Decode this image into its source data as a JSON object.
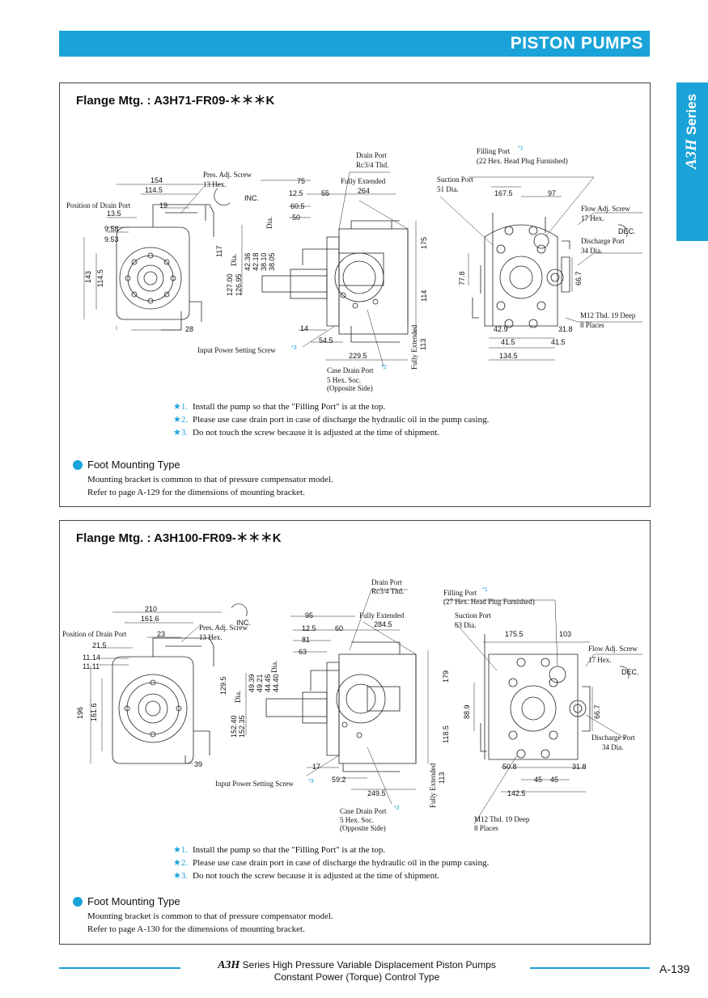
{
  "header": {
    "title": "PISTON PUMPS"
  },
  "sidetab": {
    "logo": "A3H",
    "label": "Series"
  },
  "sections": [
    {
      "title": "Flange Mtg. : A3H71-FR09-＊＊＊K",
      "labels": {
        "pos_drain": "Position of Drain Port",
        "pres_adj": "Pres. Adj. Screw",
        "hex13": "13 Hex.",
        "inc": "INC.",
        "drain_port": "Drain Port",
        "rc34": "Rc3/4 Thd.",
        "fully_ext": "Fully Extended",
        "fully_ext_v": "Fully Extended",
        "input_power": "Input Power Setting Screw",
        "case_drain": "Case Drain Port",
        "hex5": "5 Hex. Soc.",
        "opp": "(Opposite Side)",
        "filling": "Filling Port",
        "filling_hex": "(22 Hex. Head Plug Furnished)",
        "suction": "Suction Port",
        "suction_dia": "51 Dia.",
        "flow_adj": "Flow Adj. Screw",
        "hex17": "17 Hex.",
        "dec": "DEC.",
        "discharge": "Discharge Port",
        "discharge_dia": "34 Dia.",
        "m12": "M12 Thd. 19 Deep",
        "places": "8 Places"
      },
      "dims": {
        "d154": "154",
        "d1145": "114.5",
        "d19": "19",
        "d135": "13.5",
        "d958": "9.58",
        "d953": "9.53",
        "d143": "143",
        "d1145v": "114.5",
        "d28": "28",
        "d117": "117",
        "d12700": "127.00",
        "d12695": "126.95",
        "dia": "Dia.",
        "d4236": "42.36",
        "d4218": "42.18",
        "d3810": "38.10",
        "d3805": "38.05",
        "d75": "75",
        "d125": "12.5",
        "d55": "55",
        "d264": "264",
        "d605": "60.5",
        "d50": "50",
        "d175": "175",
        "d114": "114",
        "d14": "14",
        "d545": "54.5",
        "d2295": "229.5",
        "d113": "113",
        "d1675": "167.5",
        "d97": "97",
        "d778": "77.8",
        "d667": "66.7",
        "d429": "42.9",
        "d318": "31.8",
        "d415a": "41.5",
        "d415b": "41.5",
        "d1345": "134.5"
      },
      "notes": [
        {
          "mark": "★1.",
          "text": "Install the pump so that the \"Filling Port\" is at the top."
        },
        {
          "mark": "★2.",
          "text": "Please use case drain port in case of discharge the hydraulic oil in the pump casing."
        },
        {
          "mark": "★3.",
          "text": "Do not touch the screw because it is adjusted at the time of shipment."
        }
      ],
      "foot_heading": "Foot Mounting Type",
      "foot_lines": [
        "Mounting bracket is common to that of pressure compensator model.",
        "Refer to page A-129 for the dimensions of mounting bracket."
      ]
    },
    {
      "title": "Flange Mtg. : A3H100-FR09-＊＊＊K",
      "labels": {
        "pos_drain": "Position of Drain Port",
        "pres_adj": "Pres. Adj. Screw",
        "hex13": "13 Hex.",
        "inc": "INC.",
        "drain_port": "Drain Port",
        "rc34": "Rc3/4 Thd.",
        "fully_ext": "Fully Extended",
        "fully_ext_v": "Fully Extended",
        "input_power": "Input Power Setting Screw",
        "case_drain": "Case Drain Port",
        "hex5": "5 Hex. Soc.",
        "opp": "(Opposite Side)",
        "filling": "Filling Port",
        "filling_hex": "(27 Hex. Head Plug Furnished)",
        "suction": "Suction Port",
        "suction_dia": "63 Dia.",
        "flow_adj": "Flow Adj. Screw",
        "hex17": "17 Hex.",
        "dec": "DEC.",
        "discharge": "Discharge Port",
        "discharge_dia": "34 Dia.",
        "m12": "M12 Thd. 19 Deep",
        "places": "8 Places"
      },
      "dims": {
        "d210": "210",
        "d1616": "161.6",
        "d23": "23",
        "d215": "21.5",
        "d1114": "11.14",
        "d1111": "11.11",
        "d196": "196",
        "d1616v": "161.6",
        "d39": "39",
        "d1295": "129.5",
        "d15240": "152.40",
        "d15235": "152.35",
        "dia": "Dia.",
        "d4939": "49.39",
        "d4921": "49.21",
        "d4445": "44.45",
        "d4440": "44.40",
        "d95": "95",
        "d125": "12.5",
        "d60": "60",
        "d2845": "284.5",
        "d81": "81",
        "d63": "63",
        "d179": "179",
        "d1185": "118.5",
        "d17": "17",
        "d592": "59.2",
        "d2495": "249.5",
        "d113": "113",
        "d1755": "175.5",
        "d103": "103",
        "d889": "88.9",
        "d667": "66.7",
        "d508": "50.8",
        "d318": "31.8",
        "d45a": "45",
        "d45b": "45",
        "d1425": "142.5"
      },
      "notes": [
        {
          "mark": "★1.",
          "text": "Install the pump so that the \"Filling Port\" is at the top."
        },
        {
          "mark": "★2.",
          "text": "Please use case drain port in case of discharge the hydraulic oil in the pump casing."
        },
        {
          "mark": "★3.",
          "text": "Do not touch the screw because it is adjusted at the time of shipment."
        }
      ],
      "foot_heading": "Foot Mounting Type",
      "foot_lines": [
        "Mounting bracket is common to that of pressure compensator model.",
        "Refer to page A-130 for the dimensions of mounting bracket."
      ]
    }
  ],
  "footer": {
    "logo": "A3H",
    "line1": "Series High Pressure Variable Displacement Piston Pumps",
    "line2": "Constant Power (Torque) Control Type",
    "page": "A-139"
  },
  "colors": {
    "accent": "#1aa3d8"
  }
}
